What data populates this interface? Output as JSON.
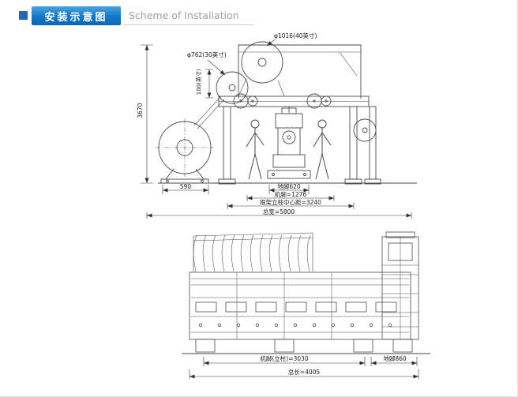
{
  "header": {
    "bullet_icon": "blue-square",
    "title_cn": "安装示意图",
    "title_en": "Scheme of Installation",
    "accent_color": "#1277c8",
    "subtitle_color": "#96a3ae"
  },
  "top_diagram": {
    "labels": {
      "roller_top": "φ1016(40英寸)",
      "roller_left": "φ762(30英寸)",
      "inch_note": "100(英寸)",
      "height": "3670",
      "beam_base": "590",
      "anchor_width": "地脚620",
      "foot_width": "机脚=1276",
      "column_center": "框架立柱中心距=3240",
      "total_width": "总宽=5800"
    }
  },
  "bottom_diagram": {
    "labels": {
      "foot_column": "机脚(立柱)=3030",
      "anchor": "地脚860",
      "total_length": "总长=4005"
    }
  }
}
